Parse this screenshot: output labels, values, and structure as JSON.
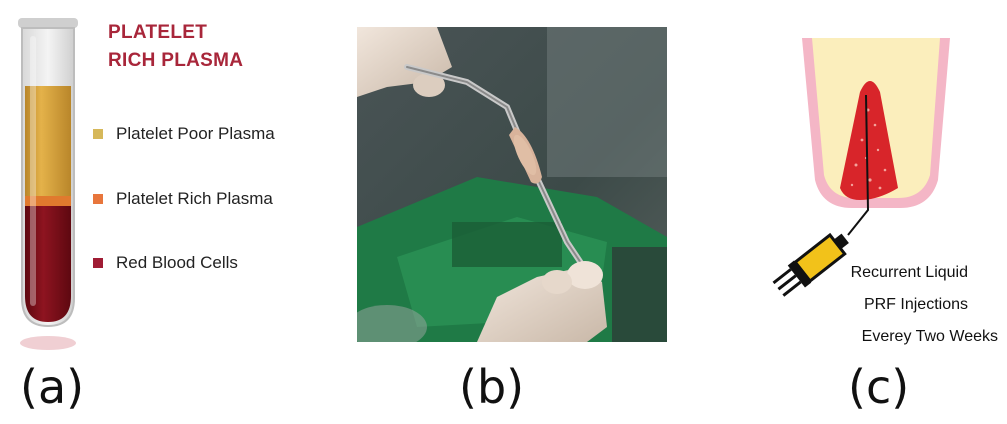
{
  "panel_a": {
    "title_line1": "PLATELET",
    "title_line2": "RICH PLASMA",
    "legend": [
      {
        "label": "Platelet Poor Plasma",
        "color": "#d6b85a"
      },
      {
        "label": "Platelet Rich Plasma",
        "color": "#e8763c"
      },
      {
        "label": "Red Blood Cells",
        "color": "#a01c34"
      }
    ],
    "tag": "(a)"
  },
  "panel_b": {
    "tag": "(b)"
  },
  "panel_c": {
    "caption_line1": "Recurrent Liquid",
    "caption_line2": "PRF Injections",
    "caption_line3": "Everey Two Weeks",
    "tag": "(c)"
  },
  "colors": {
    "title_red": "#a8263a",
    "plasma_yellow": "#d9a33a",
    "blood_red": "#7a0a12",
    "tooth_pink": "#f4b6c6",
    "tooth_yellow": "#fbeebc",
    "pulp_red": "#d8252a",
    "syringe_yellow": "#f2c21a"
  }
}
